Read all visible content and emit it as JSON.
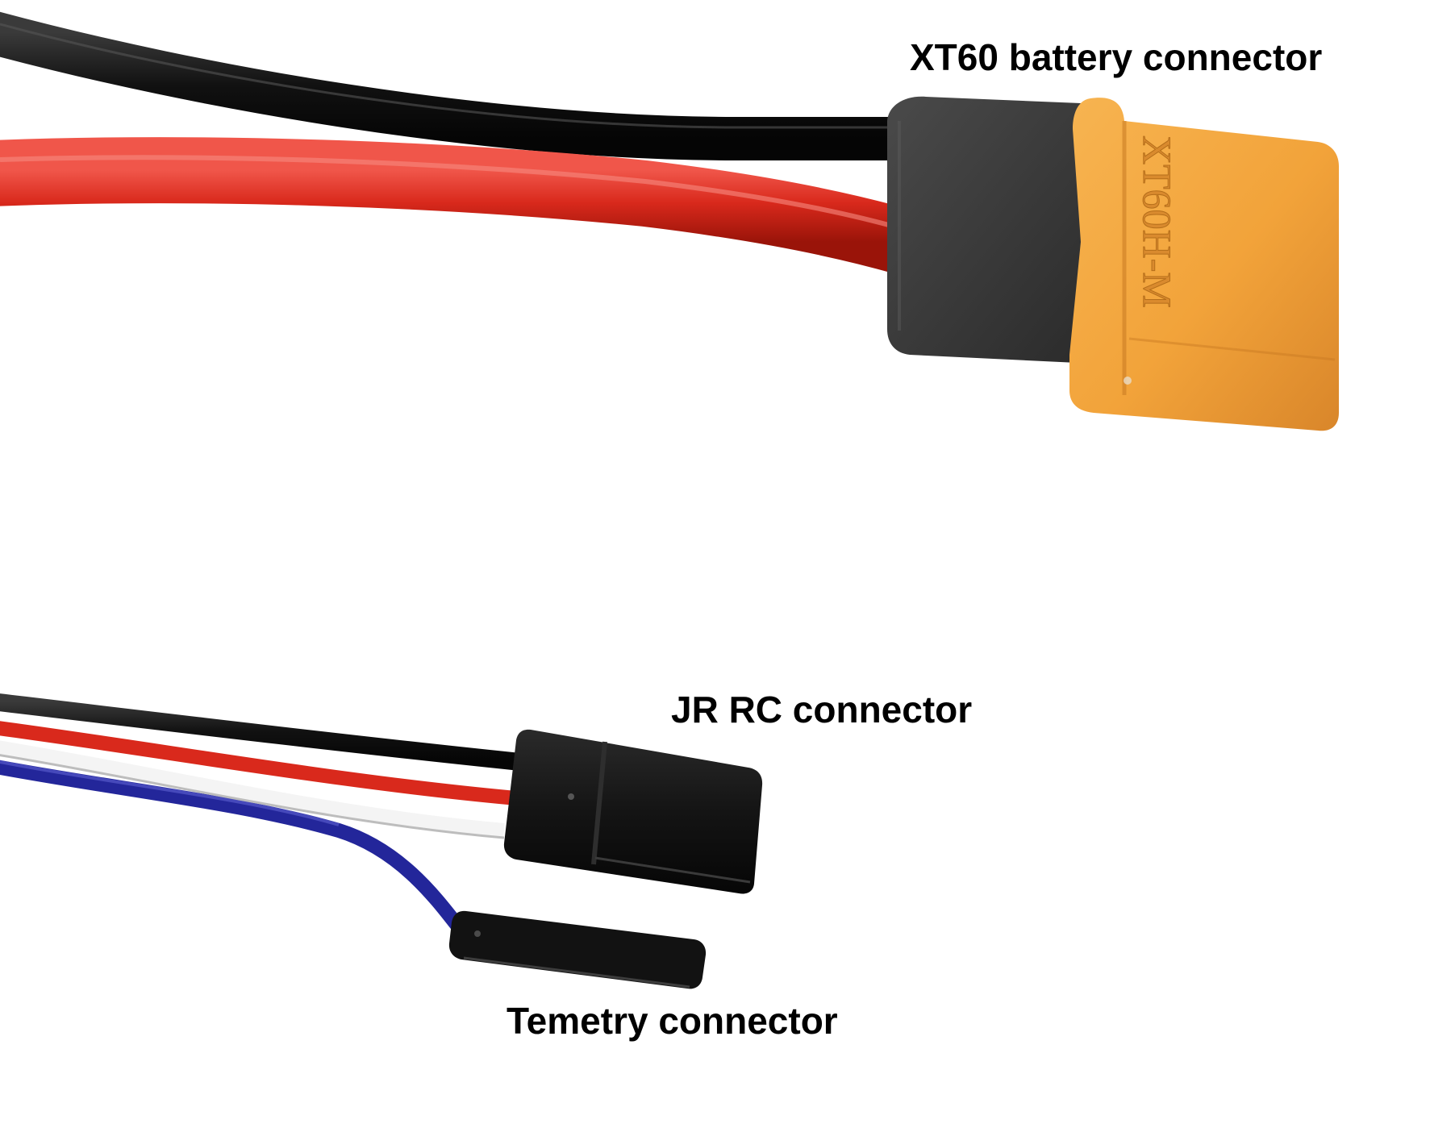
{
  "labels": {
    "xt60": "XT60 battery connector",
    "jr": "JR RC connector",
    "telemetry": "Temetry connector"
  },
  "housing_marking": "XT60H-M",
  "colors": {
    "background": "#ffffff",
    "wire_black": "#111111",
    "wire_red": "#d9291c",
    "wire_white": "#f4f4f4",
    "wire_blue": "#23269a",
    "xt60_body": "#f2a33a",
    "xt60_boot": "#3b3b3b",
    "jr_housing": "#141414"
  }
}
